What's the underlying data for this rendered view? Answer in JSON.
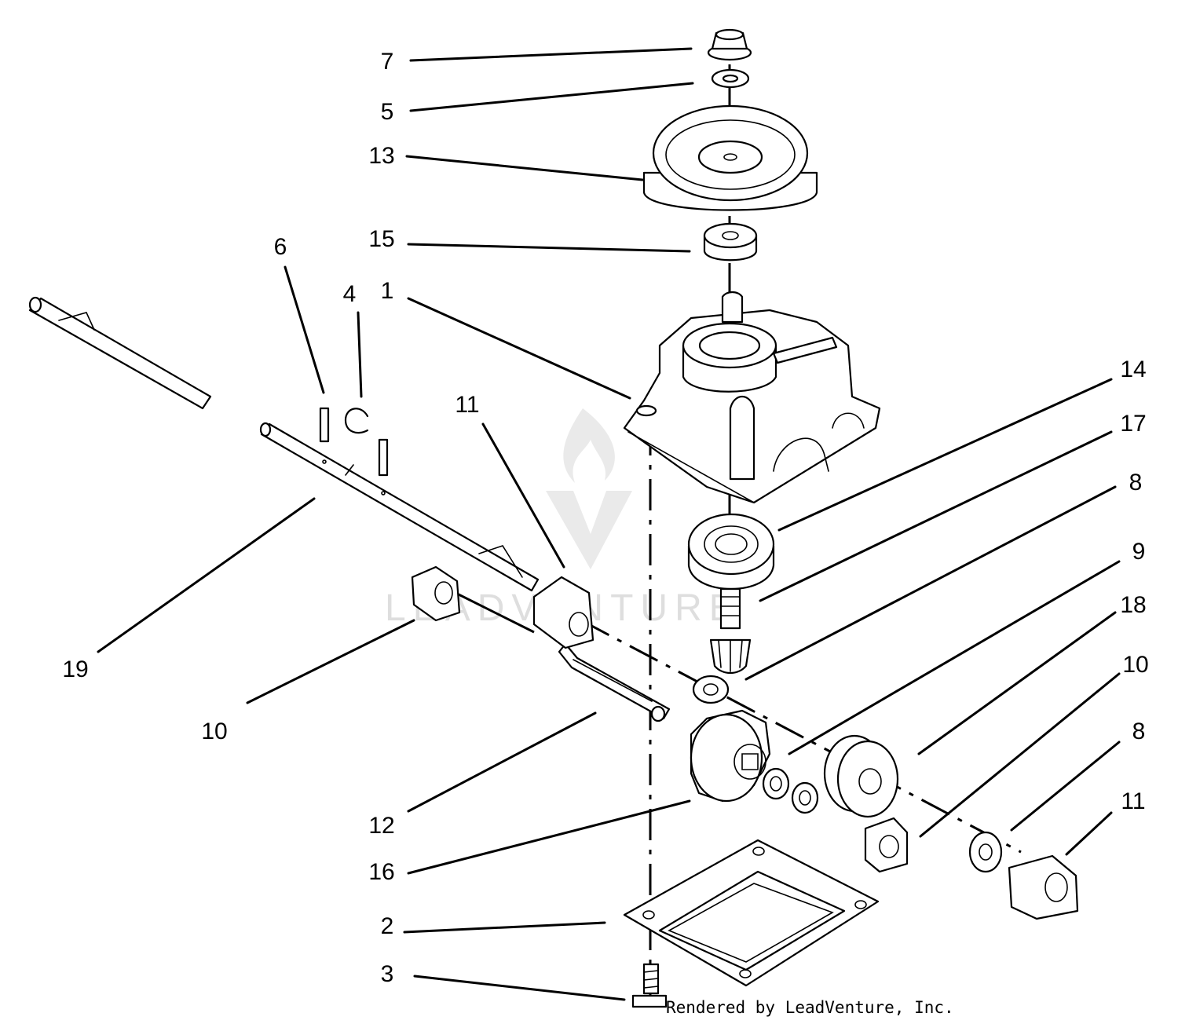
{
  "callouts": [
    {
      "id": "c7",
      "text": "7"
    },
    {
      "id": "c5",
      "text": "5"
    },
    {
      "id": "c13",
      "text": "13"
    },
    {
      "id": "c15",
      "text": "15"
    },
    {
      "id": "c6",
      "text": "6"
    },
    {
      "id": "c4",
      "text": "4"
    },
    {
      "id": "c1",
      "text": "1"
    },
    {
      "id": "c14",
      "text": "14"
    },
    {
      "id": "c11a",
      "text": "11"
    },
    {
      "id": "c17",
      "text": "17"
    },
    {
      "id": "c8a",
      "text": "8"
    },
    {
      "id": "c9",
      "text": "9"
    },
    {
      "id": "c18",
      "text": "18"
    },
    {
      "id": "c19",
      "text": "19"
    },
    {
      "id": "c10a",
      "text": "10"
    },
    {
      "id": "c10b",
      "text": "10"
    },
    {
      "id": "c8b",
      "text": "8"
    },
    {
      "id": "c11b",
      "text": "11"
    },
    {
      "id": "c12",
      "text": "12"
    },
    {
      "id": "c16",
      "text": "16"
    },
    {
      "id": "c2",
      "text": "2"
    },
    {
      "id": "c3",
      "text": "3"
    }
  ],
  "credit": "Rendered by LeadVenture, Inc.",
  "watermark": "LEADVENTURE"
}
